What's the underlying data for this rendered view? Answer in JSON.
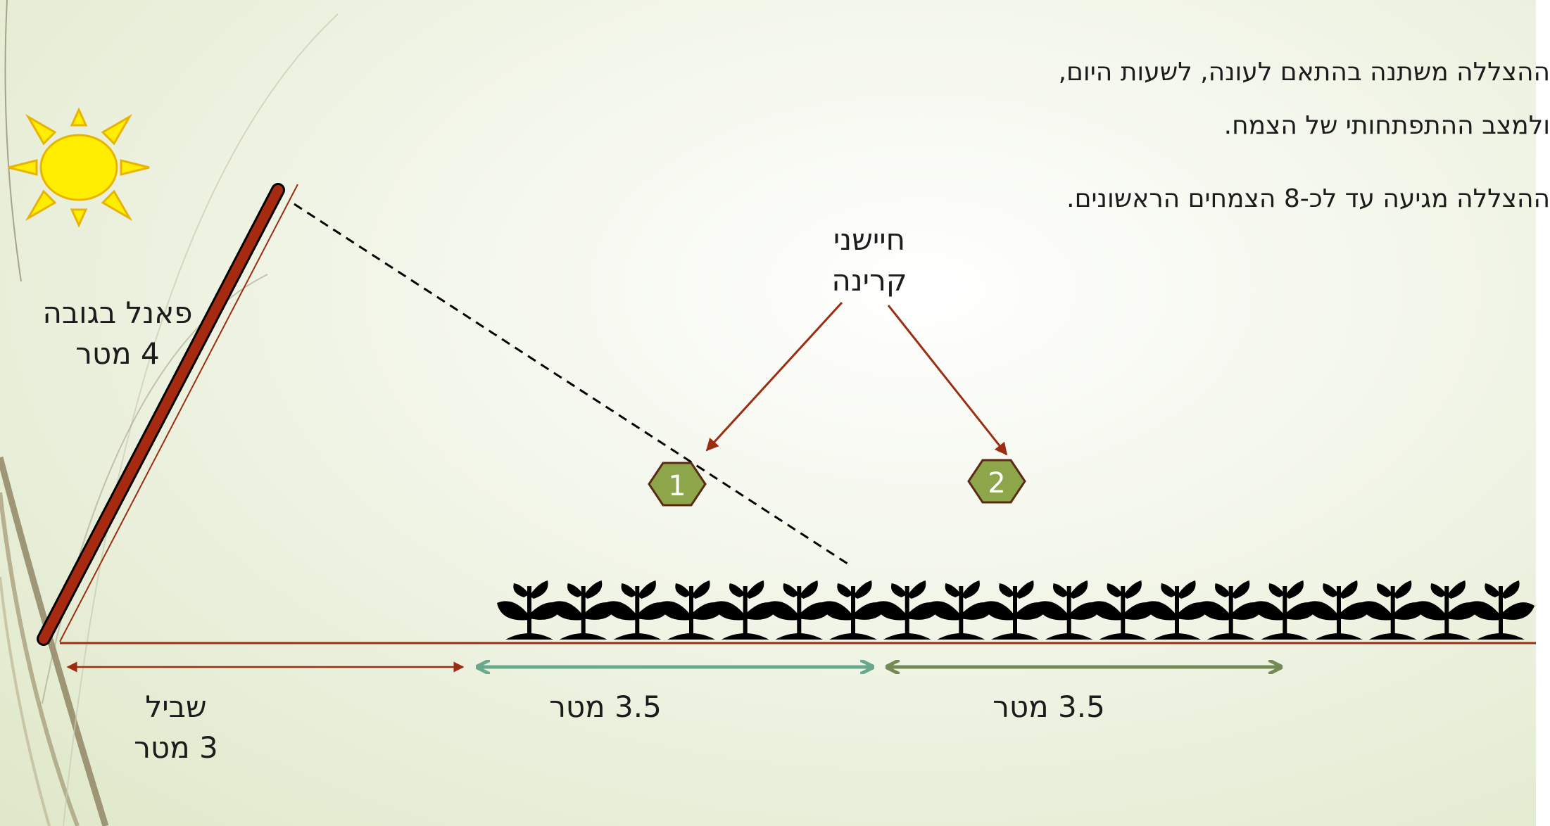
{
  "notes": [
    "ההצללה משתנה בהתאם לעונה, לשעות היום,",
    "ולמצב ההתפתחותי של הצמח.",
    "ההצללה מגיעה עד לכ-8 הצמחים הראשונים."
  ],
  "labels": {
    "sensors_line1": "חיישני",
    "sensors_line2": "קרינה",
    "panel_line1": "פאנל בגובה",
    "panel_line2": "4 מטר",
    "path_line1": "שביל",
    "path_line2": "3 מטר",
    "span1": "3.5 מטר",
    "span2": "3.5 מטר"
  },
  "sensors": [
    "1",
    "2"
  ],
  "colors": {
    "panel": "#a52a10",
    "arrow_red": "#9b2d12",
    "arrow_teal": "#6aa88e",
    "arrow_olive": "#748a56",
    "sensor_fill": "#8ea64a",
    "sun": "#ffee00"
  },
  "icons": [
    "sun-icon",
    "plant-icon"
  ]
}
